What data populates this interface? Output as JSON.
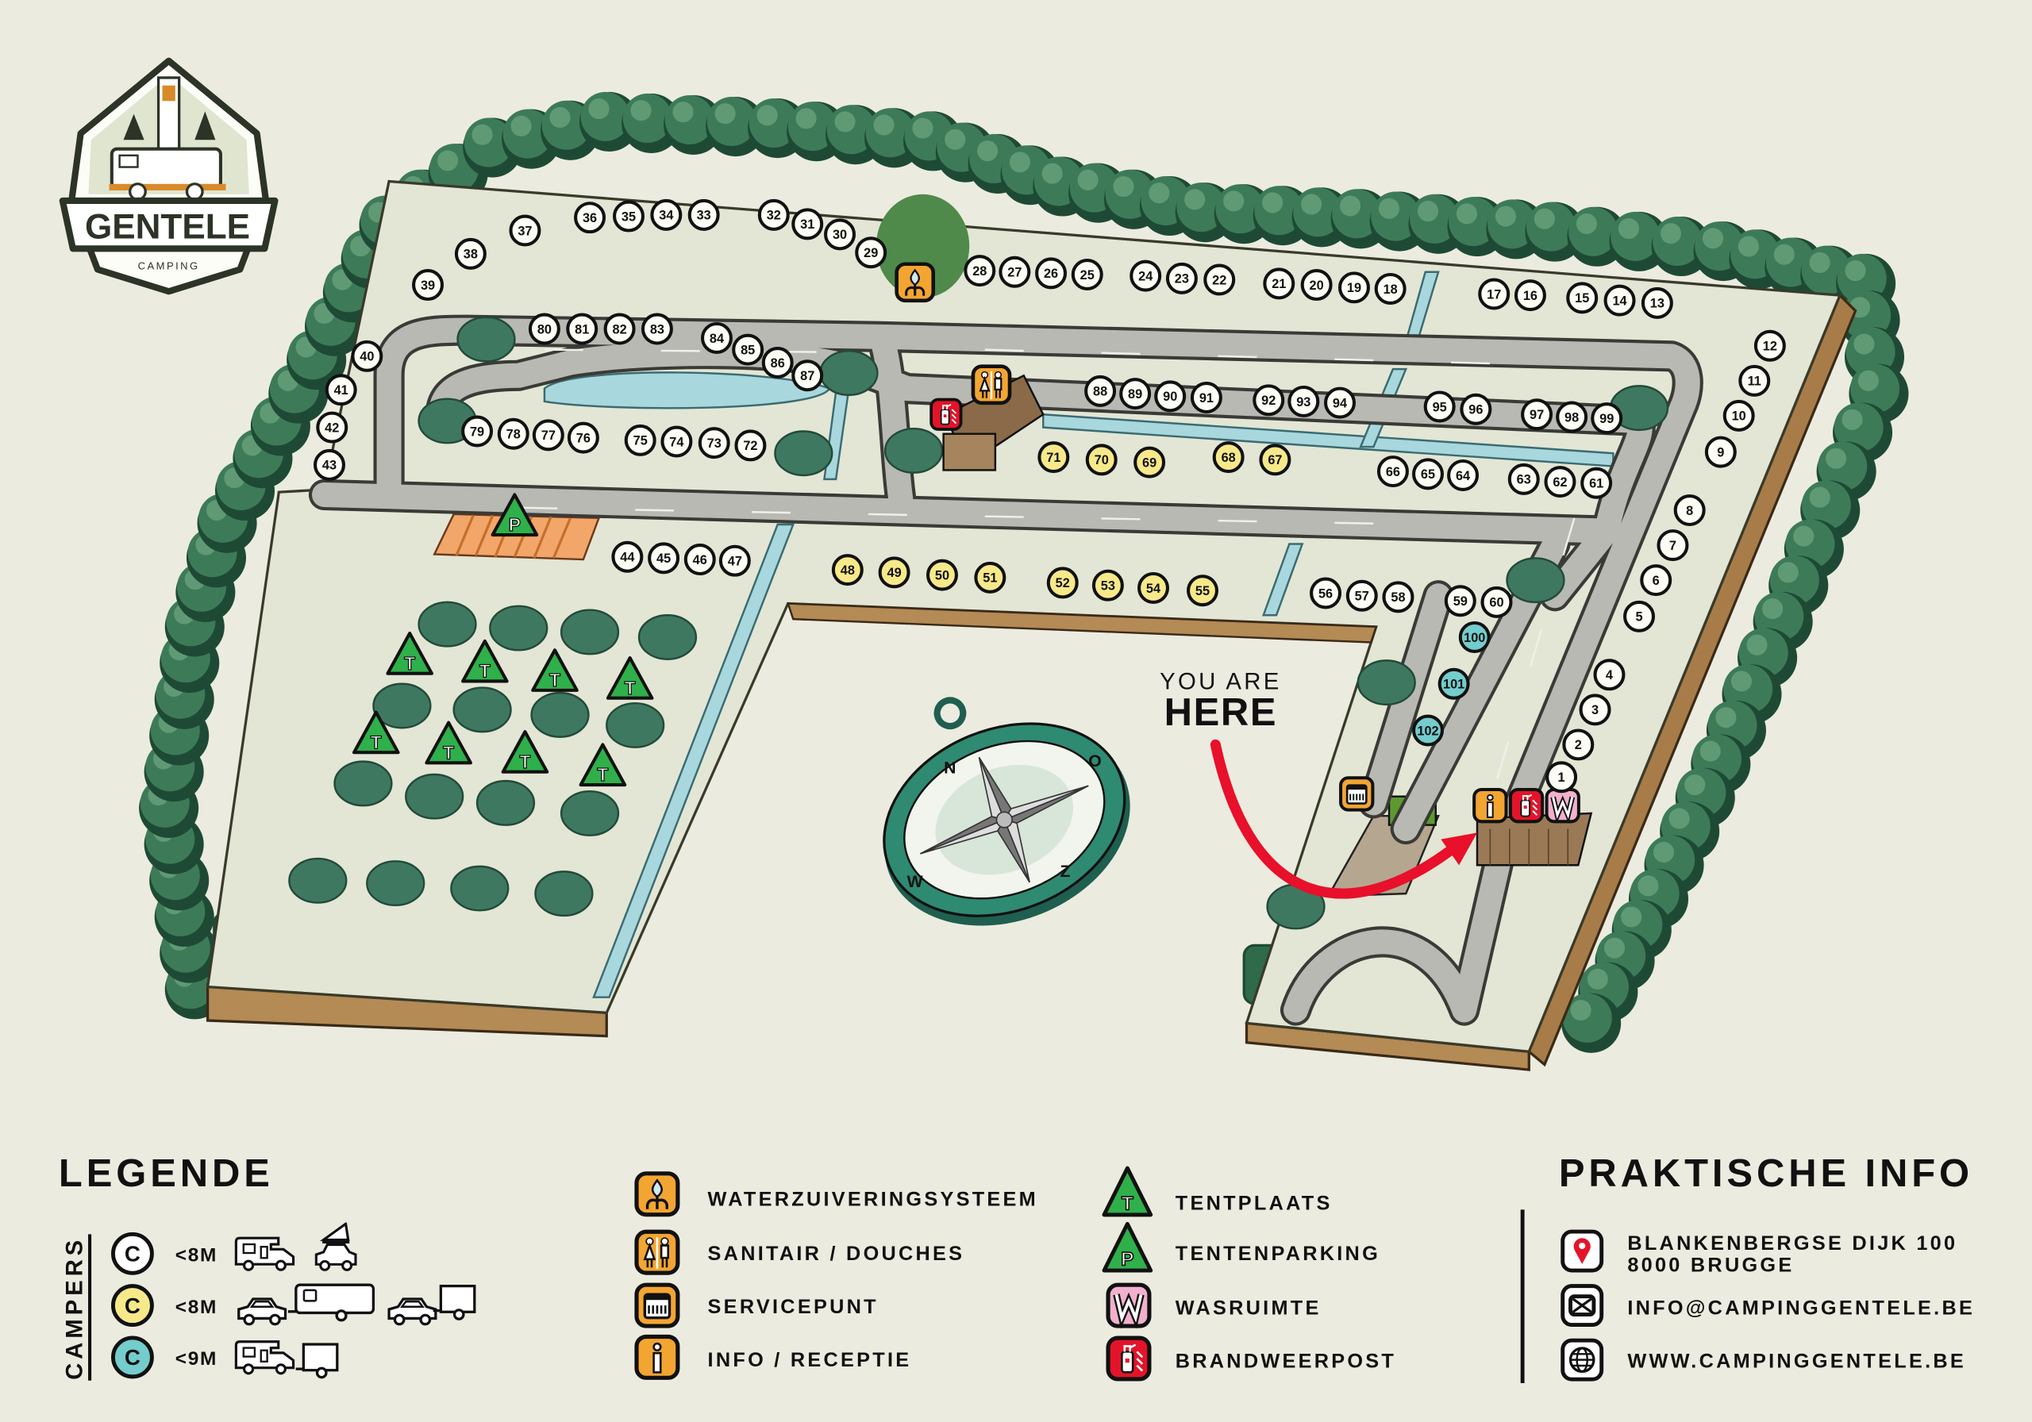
{
  "logo": {
    "name": "GENTELE",
    "sub": "CAMPING"
  },
  "you_are_here": {
    "line1": "YOU ARE",
    "line2": "HERE"
  },
  "compass": {
    "n": "N",
    "o": "O",
    "z": "Z",
    "w": "W"
  },
  "map_markers": {
    "tent": "T",
    "parking": "P",
    "wash": "W"
  },
  "pitches": {
    "white": [
      "1",
      "2",
      "3",
      "4",
      "5",
      "6",
      "7",
      "8",
      "9",
      "10",
      "11",
      "12",
      "13",
      "14",
      "15",
      "16",
      "17",
      "18",
      "19",
      "20",
      "21",
      "22",
      "23",
      "24",
      "25",
      "26",
      "27",
      "28",
      "29",
      "30",
      "31",
      "32",
      "33",
      "34",
      "35",
      "36",
      "37",
      "38",
      "39",
      "40",
      "41",
      "42",
      "43",
      "44",
      "45",
      "46",
      "47",
      "56",
      "57",
      "58",
      "59",
      "60",
      "61",
      "62",
      "63",
      "64",
      "65",
      "66",
      "72",
      "73",
      "74",
      "75",
      "76",
      "77",
      "78",
      "79",
      "80",
      "81",
      "82",
      "83",
      "84",
      "85",
      "86",
      "87",
      "88",
      "89",
      "90",
      "91",
      "92",
      "93",
      "94",
      "95",
      "96",
      "97",
      "98",
      "99"
    ],
    "yellow": [
      "48",
      "49",
      "50",
      "51",
      "52",
      "53",
      "54",
      "55",
      "67",
      "68",
      "69",
      "70",
      "71"
    ],
    "teal": [
      "100",
      "101",
      "102"
    ]
  },
  "legend": {
    "title": "LEGENDE",
    "campers_label": "CAMPERS",
    "camper_classes": [
      {
        "letter": "C",
        "size": "<8M",
        "color": "#ffffff"
      },
      {
        "letter": "C",
        "size": "<8M",
        "color": "#f7e98a"
      },
      {
        "letter": "C",
        "size": "<9M",
        "color": "#74cccc"
      }
    ],
    "facilities": [
      {
        "icon": "water-purification-icon",
        "label": "WATERZUIVERINGSYSTEEM"
      },
      {
        "icon": "sanitary-icon",
        "label": "SANITAIR / DOUCHES"
      },
      {
        "icon": "service-point-icon",
        "label": "SERVICEPUNT"
      },
      {
        "icon": "info-icon",
        "label": "INFO / RECEPTIE"
      }
    ],
    "other": [
      {
        "icon": "tent-icon",
        "letter": "T",
        "label": "TENTPLAATS"
      },
      {
        "icon": "tent-parking-icon",
        "letter": "P",
        "label": "TENTENPARKING"
      },
      {
        "icon": "laundry-icon",
        "letter": "W",
        "label": "WASRUIMTE"
      },
      {
        "icon": "fire-extinguisher-icon",
        "label": "BRANDWEERPOST"
      }
    ]
  },
  "info": {
    "title": "PRAKTISCHE INFO",
    "address_line1": "BLANKENBERGSE DIJK 100",
    "address_line2": "8000 BRUGGE",
    "email": "INFO@CAMPINGGENTELE.BE",
    "website": "WWW.CAMPINGGENTELE.BE"
  },
  "colors": {
    "background": "#ecebdf",
    "ground": "#e3e6d4",
    "road": "#b9b9b3",
    "water": "#a8d7dd",
    "tree": "#3d7b58",
    "tree_dark": "#1e4a35",
    "facility_orange": "#f3a532",
    "fire_red": "#e3142a",
    "wash_pink": "#f2b0cc",
    "tent_green": "#2fb04a",
    "arrow_red": "#e8102a"
  }
}
